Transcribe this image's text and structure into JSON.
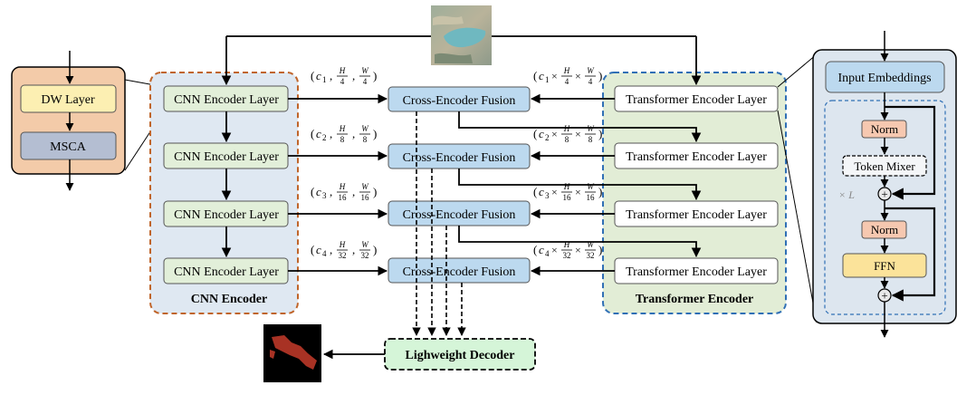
{
  "cnn": {
    "layer_label": "CNN Encoder Layer",
    "title": "CNN Encoder",
    "zoom": {
      "top": "DW Layer",
      "bottom": "MSCA"
    }
  },
  "transformer": {
    "layer_label": "Transformer Encoder Layer",
    "title": "Transformer Encoder",
    "detail": {
      "embed": "Input Embeddings",
      "norm1": "Norm",
      "mixer": "Token Mixer",
      "norm2": "Norm",
      "ffn": "FFN",
      "repeat": "× L",
      "plus": "+"
    }
  },
  "fusion": {
    "label": "Cross-Encoder Fusion"
  },
  "decoder": {
    "label": "Lighweight Decoder"
  },
  "cnn_dims": [
    {
      "c": "c",
      "sub": "1",
      "hden": "4",
      "wden": "4"
    },
    {
      "c": "c",
      "sub": "2",
      "hden": "8",
      "wden": "8"
    },
    {
      "c": "c",
      "sub": "3",
      "hden": "16",
      "wden": "16"
    },
    {
      "c": "c",
      "sub": "4",
      "hden": "32",
      "wden": "32"
    }
  ],
  "trans_dims": [
    {
      "c": "c",
      "sub": "1",
      "hden": "4",
      "wden": "4"
    },
    {
      "c": "c",
      "sub": "2",
      "hden": "8",
      "wden": "8"
    },
    {
      "c": "c",
      "sub": "3",
      "hden": "16",
      "wden": "16"
    },
    {
      "c": "c",
      "sub": "4",
      "hden": "32",
      "wden": "32"
    }
  ],
  "math": {
    "H": "H",
    "W": "W",
    "comma": ",",
    "times": "×",
    "open": "(",
    "close": ")"
  },
  "colors": {
    "cnn_bg": "#dfe8f2",
    "cnn_border": "#c0652a",
    "cnn_layer": "#e2efd9",
    "trans_bg": "#e2edd6",
    "trans_border": "#2f6fb5",
    "fusion": "#bcd9ef",
    "decoder": "#d5f5d8",
    "zoom_bg": "#f3cba9",
    "dw": "#fcefb2",
    "msca": "#b4bed2",
    "detail_bg": "#dde6ef",
    "norm": "#f6c8b0",
    "ffn": "#fbe39a"
  }
}
